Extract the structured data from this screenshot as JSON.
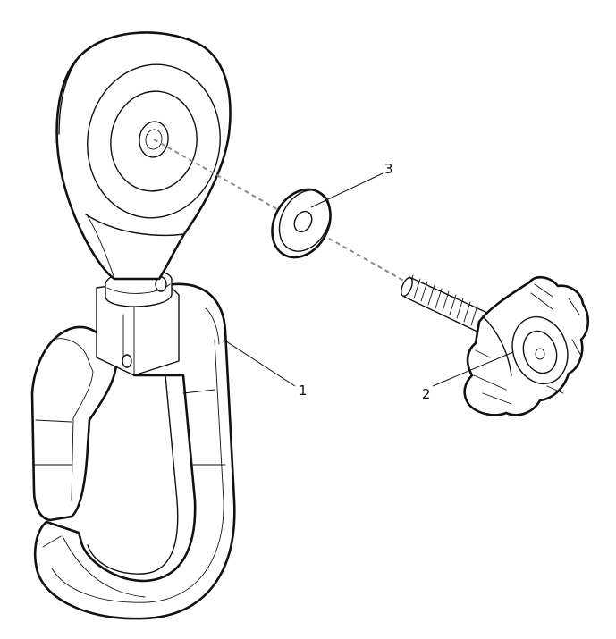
{
  "diagram": {
    "callouts": [
      {
        "id": "hook",
        "label": "1"
      },
      {
        "id": "knob-screw",
        "label": "2"
      },
      {
        "id": "washer",
        "label": "3"
      }
    ]
  },
  "colors": {
    "line": "#111111",
    "axis_dash": "#8a8a8a",
    "background": "#ffffff"
  }
}
